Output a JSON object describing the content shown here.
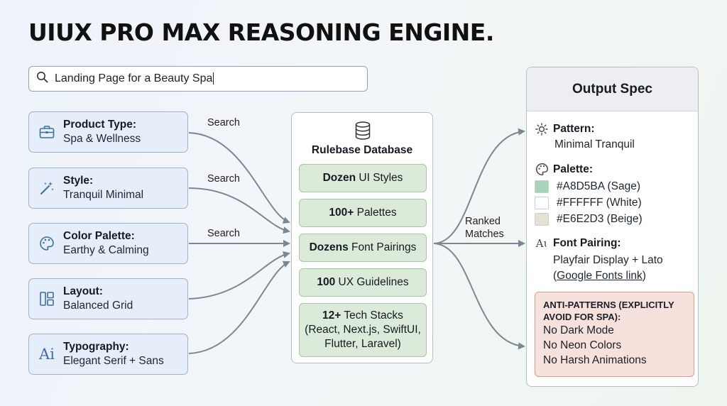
{
  "title": "UIUX PRO MAX REASONING ENGINE.",
  "search": {
    "query": "Landing Page for a Beauty Spa",
    "icon": "search-icon"
  },
  "inputs": [
    {
      "key": "Product Type:",
      "value": "Spa & Wellness",
      "icon": "briefcase-icon"
    },
    {
      "key": "Style:",
      "value": "Tranquil Minimal",
      "icon": "magic-wand-icon"
    },
    {
      "key": "Color Palette:",
      "value": "Earthy & Calming",
      "icon": "palette-icon"
    },
    {
      "key": "Layout:",
      "value": "Balanced Grid",
      "icon": "layout-grid-icon"
    },
    {
      "key": "Typography:",
      "value": "Elegant Serif + Sans",
      "icon": "typography-ai-icon",
      "icon_text": "Ai"
    }
  ],
  "edge_labels": [
    "Search",
    "Search",
    "Search"
  ],
  "database": {
    "title": "Rulebase Database",
    "icon": "database-icon",
    "items": [
      {
        "bold": "Dozen",
        "rest": " UI Styles"
      },
      {
        "bold": "100+",
        "rest": " Palettes"
      },
      {
        "bold": "Dozens",
        "rest": " Font Pairings"
      },
      {
        "bold": "100",
        "rest": " UX Guidelines"
      },
      {
        "bold": "12+",
        "rest": " Tech Stacks",
        "line2": "(React, Next.js, SwiftUI,",
        "line3": "Flutter, Laravel)"
      }
    ]
  },
  "ranked_label": {
    "line1": "Ranked",
    "line2": "Matches"
  },
  "output": {
    "title": "Output Spec",
    "pattern": {
      "label": "Pattern:",
      "value": "Minimal Tranquil",
      "icon": "sun-icon"
    },
    "palette": {
      "label": "Palette:",
      "icon": "palette-icon",
      "swatches": [
        {
          "text": "#A8D5BA (Sage)",
          "color": "#A8D5BA"
        },
        {
          "text": "#FFFFFF (White)",
          "color": "#FFFFFF"
        },
        {
          "text": "#E6E2D3 (Beige)",
          "color": "#E6E2D3"
        }
      ]
    },
    "font_pairing": {
      "label": "Font Pairing:",
      "value": "Playfair Display + Lato",
      "link_open": "(",
      "link": "Google Fonts link",
      "link_close": ")",
      "icon": "font-icon",
      "icon_text": "Aɩ"
    },
    "anti_patterns": {
      "heading_line1": "ANTI-PATTERNS (EXPLICITLY",
      "heading_line2": "AVOID FOR SPA):",
      "items": [
        "No Dark Mode",
        "No Neon Colors",
        "No Harsh Animations"
      ]
    }
  }
}
